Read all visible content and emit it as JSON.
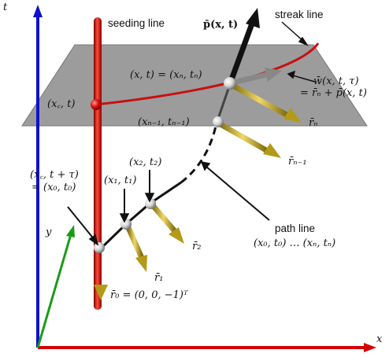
{
  "axes": {
    "x": "x",
    "y": "y",
    "t": "t"
  },
  "labels": {
    "seeding_line": "seeding line",
    "streak_line": "streak line",
    "p_xt": "p̄(x, t)",
    "x_t_eq": "(x, t) = (xₙ, tₙ)",
    "w_line1": "w̄(x, t, τ)",
    "w_line2": "= r̄ₙ + p̄(x, t)",
    "xc_t": "(x꜀, t)",
    "xn1_tn1": "(xₙ₋₁, tₙ₋₁)",
    "rn": "r̄ₙ",
    "rn1": "r̄ₙ₋₁",
    "xc_ttau_line1": "(x꜀, t + τ)",
    "xc_ttau_line2": "= (x₀, t₀)",
    "x1_t1": "(x₁, t₁)",
    "x2_t2": "(x₂, t₂)",
    "r2": "r̄₂",
    "r1": "r̄₁",
    "r0": "r̄₀ = (0, 0, −1)ᵀ",
    "path_line1": "path line",
    "path_line2": "(x₀, t₀) … (xₙ, tₙ)"
  },
  "colors": {
    "x_axis": "#d40000",
    "y_axis": "#1a9a1a",
    "t_axis": "#1010c8",
    "seeding_line": "#cc1111",
    "plane": "#9a9a9a",
    "r_vectors": "#c8b020",
    "p_vector": "#111111",
    "w_vector": "#8a8a8a"
  }
}
